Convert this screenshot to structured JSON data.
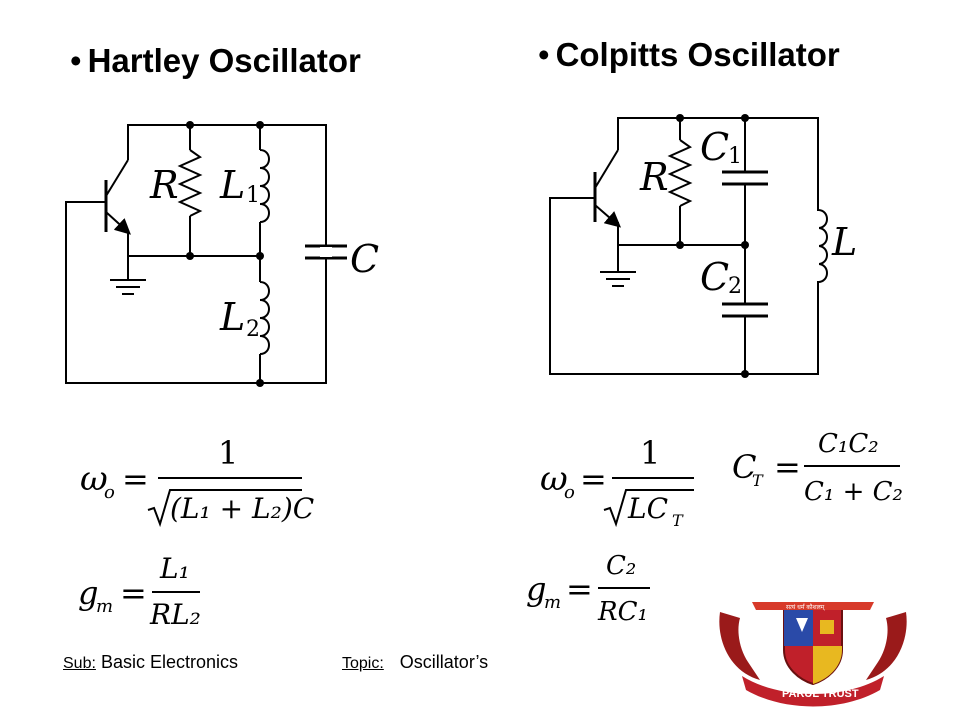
{
  "hartley": {
    "title": "Hartley Oscillator"
  },
  "colpitts": {
    "title": "Colpitts Oscillator"
  },
  "bullet": "•",
  "hartley_labels": {
    "r": "R",
    "l1": "L",
    "l1_sub": "1",
    "l2": "L",
    "l2_sub": "2",
    "c": "C"
  },
  "colpitts_labels": {
    "r": "R",
    "c1": "C",
    "c1_sub": "1",
    "c2": "C",
    "c2_sub": "2",
    "l": "L"
  },
  "formulas": {
    "hartley_omega": {
      "lhs": "ω",
      "lhs_sub": "o",
      "eq": "=",
      "num": "1",
      "den": "(L₁ + L₂)C"
    },
    "hartley_gm": {
      "lhs": "g",
      "lhs_sub": "m",
      "eq": "=",
      "num": "L₁",
      "den": "RL₂"
    },
    "colpitts_omega": {
      "lhs": "ω",
      "lhs_sub": "o",
      "eq": "=",
      "num": "1",
      "den": "LC",
      "den_sub": "T"
    },
    "colpitts_ct": {
      "lhs": "C",
      "lhs_sub": "T",
      "eq": "=",
      "num": "C₁C₂",
      "den": "C₁ + C₂"
    },
    "colpitts_gm": {
      "lhs": "g",
      "lhs_sub": "m",
      "eq": "=",
      "num": "C₂",
      "den": "RC₁"
    }
  },
  "footer": {
    "sub_label": "Sub:",
    "sub_value": "Basic Electronics",
    "topic_label": "Topic:",
    "topic_value": "Oscillator’s"
  },
  "logo": {
    "text": "PARUL TRUST",
    "motto": "सत्यं धर्मं कौशलम्"
  }
}
